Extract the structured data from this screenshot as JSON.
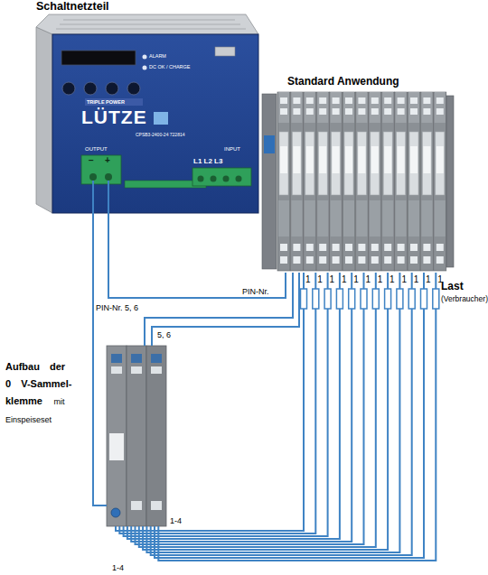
{
  "diagram": {
    "nodes": [
      {
        "text": [
          "Schaltnetzteil",
          "ALARM",
          "DC OK / CHARGE",
          "TRIPLE POWER",
          "LÜTZE",
          "CPSB3-2400-24 722814",
          "OUTPUT",
          "INPUT",
          "L1 L2 L3",
          "−",
          "+"
        ]
      },
      {
        "text": [
          "Standard Anwendung"
        ]
      },
      {
        "text": [
          "Aufbau der 0 V-Sammel- klemme",
          "mit Einspeiseset"
        ]
      }
    ],
    "edges": [
      {
        "from": 0,
        "to": 1,
        "arrow": "none"
      },
      {
        "from": 0,
        "to": 2,
        "arrow": "none"
      },
      {
        "from": 1,
        "to": 2,
        "arrow": "none"
      },
      {
        "from": 1,
        "to": 2,
        "arrow": "none"
      }
    ],
    "labels": [
      "PIN-Nr.",
      "1",
      "1",
      "1",
      "1",
      "1",
      "1",
      "1",
      "1",
      "1",
      "1",
      "1",
      "1",
      "Last",
      "(Verbraucher)",
      "PIN-Nr. 5, 6",
      "5, 6",
      "1-4",
      "1-4"
    ]
  }
}
